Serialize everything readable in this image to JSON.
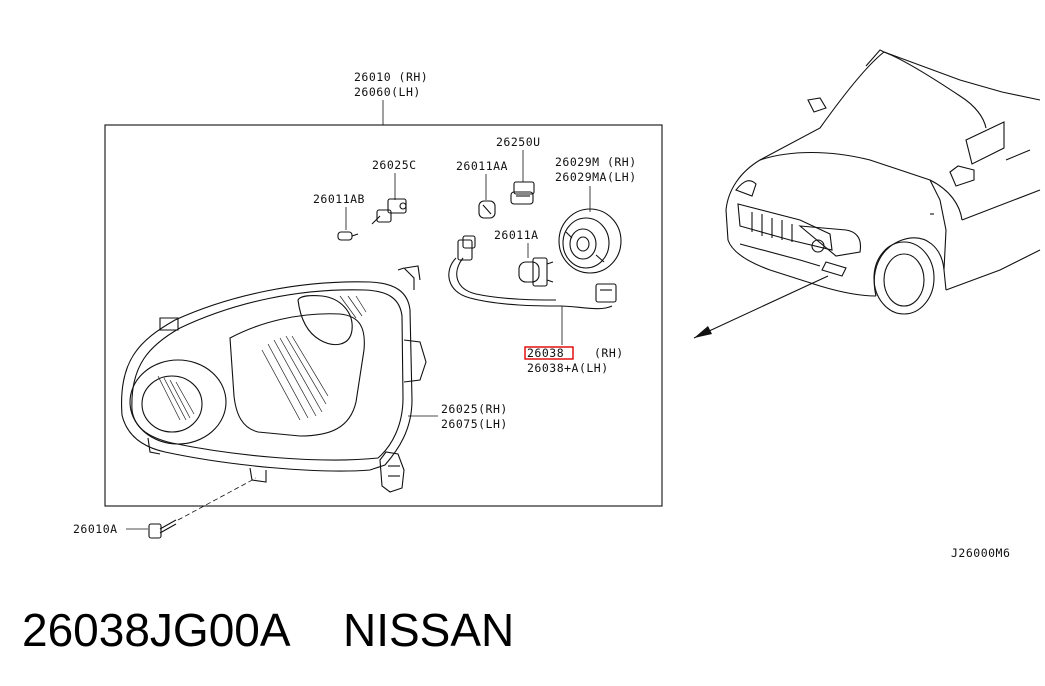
{
  "diagram": {
    "assembly": {
      "rh": "26010 (RH)",
      "lh": "26060(LH)"
    },
    "parts": {
      "p26025C": "26025C",
      "p26011AB": "26011AB",
      "p26011AA": "26011AA",
      "p26250U": "26250U",
      "p26029M_rh": "26029M (RH)",
      "p26029MA_lh": "26029MA(LH)",
      "p26011A": "26011A",
      "p26038_code": "26038",
      "p26038_rh": "(RH)",
      "p26038A_lh": "26038+A(LH)",
      "p26025_rh": "26025(RH)",
      "p26075_lh": "26075(LH)",
      "p26010A": "26010A"
    },
    "diagram_id": "J26000M6",
    "highlight_color": "#e00000"
  },
  "caption": {
    "part_number": "26038JG00A",
    "brand": "NISSAN"
  }
}
